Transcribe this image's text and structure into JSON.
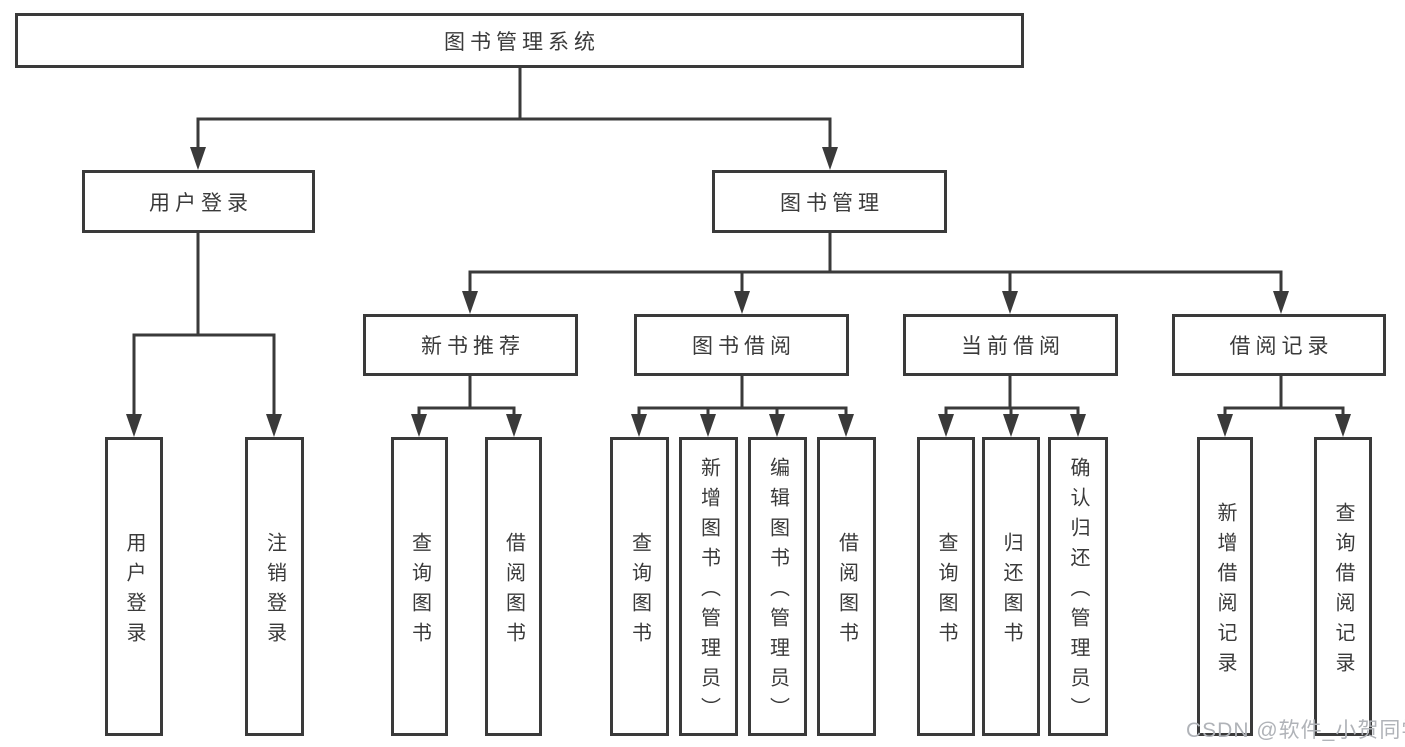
{
  "diagram_title": "图书管理系统",
  "watermark": "CSDN @软件_小贺同学",
  "colors": {
    "line": "#3a3a3a",
    "box_border": "#3a3a3a",
    "text": "#3a3a3a",
    "watermark": "#b0b3b8",
    "background": "#ffffff"
  },
  "nodes": {
    "root": {
      "label": "图书管理系统"
    },
    "level1": [
      {
        "label": "用户登录"
      },
      {
        "label": "图书管理"
      }
    ],
    "level2": [
      {
        "label": "新书推荐"
      },
      {
        "label": "图书借阅"
      },
      {
        "label": "当前借阅"
      },
      {
        "label": "借阅记录"
      }
    ],
    "leaves": [
      {
        "label": "用户登录"
      },
      {
        "label": "注销登录"
      },
      {
        "label": "查询图书"
      },
      {
        "label": "借阅图书"
      },
      {
        "label": "查询图书"
      },
      {
        "label": "新增图书（管理员）"
      },
      {
        "label": "编辑图书（管理员）"
      },
      {
        "label": "借阅图书"
      },
      {
        "label": "查询图书"
      },
      {
        "label": "归还图书"
      },
      {
        "label": "确认归还（管理员）"
      },
      {
        "label": "新增借阅记录"
      },
      {
        "label": "查询借阅记录"
      }
    ]
  },
  "hierarchy": {
    "图书管理系统": {
      "用户登录": [
        "用户登录",
        "注销登录"
      ],
      "图书管理": {
        "新书推荐": [
          "查询图书",
          "借阅图书"
        ],
        "图书借阅": [
          "查询图书",
          "新增图书（管理员）",
          "编辑图书（管理员）",
          "借阅图书"
        ],
        "当前借阅": [
          "查询图书",
          "归还图书",
          "确认归还（管理员）"
        ],
        "借阅记录": [
          "新增借阅记录",
          "查询借阅记录"
        ]
      }
    }
  }
}
